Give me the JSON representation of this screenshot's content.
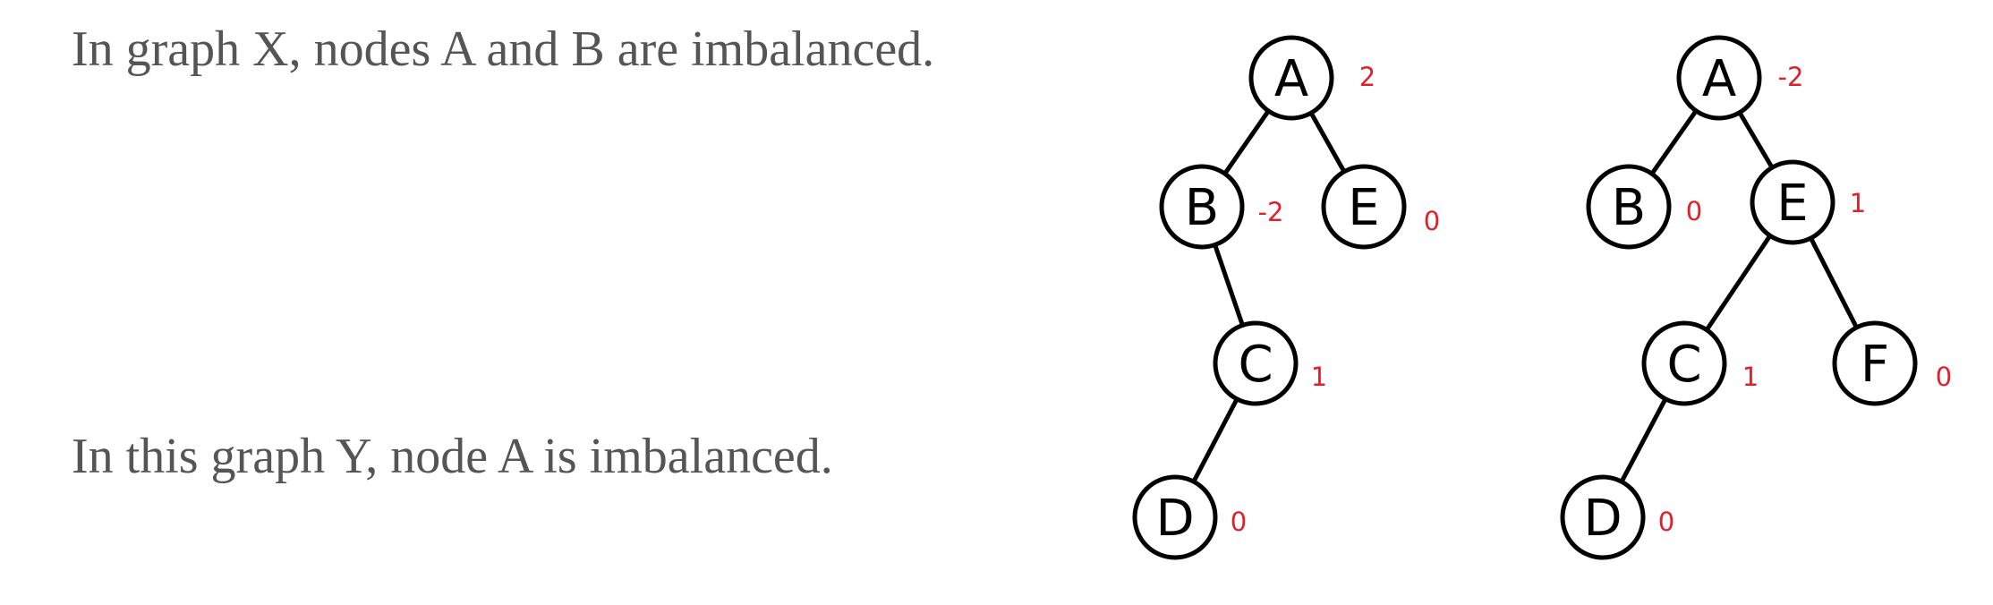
{
  "captions": {
    "graph_x": "In graph X, nodes A and B are imbalanced.",
    "graph_y": "In this graph Y, node A is imbalanced."
  },
  "colors": {
    "caption_text": "#555555",
    "node_stroke": "#000000",
    "balance_factor": "#e0202a"
  },
  "graphs": [
    {
      "id": "X",
      "nodes": [
        {
          "id": "A",
          "label": "A",
          "balance": "2"
        },
        {
          "id": "B",
          "label": "B",
          "balance": "-2"
        },
        {
          "id": "E",
          "label": "E",
          "balance": "0"
        },
        {
          "id": "C",
          "label": "C",
          "balance": "1"
        },
        {
          "id": "D",
          "label": "D",
          "balance": "0"
        }
      ],
      "edges": [
        [
          "A",
          "B"
        ],
        [
          "A",
          "E"
        ],
        [
          "B",
          "C"
        ],
        [
          "C",
          "D"
        ]
      ]
    },
    {
      "id": "Y",
      "nodes": [
        {
          "id": "A",
          "label": "A",
          "balance": "-2"
        },
        {
          "id": "B",
          "label": "B",
          "balance": "0"
        },
        {
          "id": "E",
          "label": "E",
          "balance": "1"
        },
        {
          "id": "C",
          "label": "C",
          "balance": "1"
        },
        {
          "id": "F",
          "label": "F",
          "balance": "0"
        },
        {
          "id": "D",
          "label": "D",
          "balance": "0"
        }
      ],
      "edges": [
        [
          "A",
          "B"
        ],
        [
          "A",
          "E"
        ],
        [
          "E",
          "C"
        ],
        [
          "E",
          "F"
        ],
        [
          "C",
          "D"
        ]
      ]
    }
  ]
}
